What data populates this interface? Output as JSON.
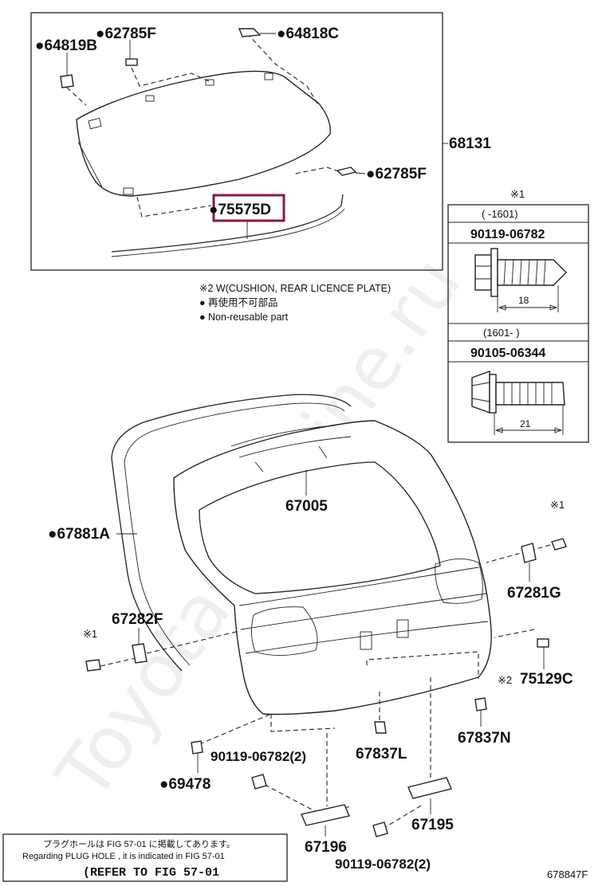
{
  "watermark": "ToyotaCarMine.ru",
  "labels": {
    "p64819B": "●64819B",
    "p62785F_top": "●62785F",
    "p64818C": "●64818C",
    "p68131": "68131",
    "p62785F_mid": "●62785F",
    "p75575D": "●75575D",
    "p67005": "67005",
    "p67881A": "●67881A",
    "p67281G": "67281G",
    "p67282F": "67282F",
    "p75129C": "75129C",
    "p75129C_mark": "※2",
    "p67837N": "67837N",
    "p67837L": "67837L",
    "p69478": "●69478",
    "p90119_a": "90119-06782(2)",
    "p67195": "67195",
    "p67196": "67196",
    "p90119_b": "90119-06782(2)",
    "mark1_right": "※1",
    "mark1_left": "※1"
  },
  "notes": {
    "line1": "※2 W(CUSHION, REAR LICENCE PLATE)",
    "line2": "● 再使用不可部品",
    "line3": "● Non-reusable part"
  },
  "table": {
    "mark": "※1",
    "row1_range": "(      -1601)",
    "row1_part": "90119-06782",
    "row1_dim": "18",
    "row2_range": "(1601-      )",
    "row2_part": "90105-06344",
    "row2_dim": "21"
  },
  "footer": {
    "line1": "プラグホールは FIG 57-01 に掲載してあります。",
    "line2": "Regarding  PLUG  HOLE , it is indicated in  FIG  57-01",
    "line3": "(REFER TO FIG 57-01"
  },
  "figure_id": "678847F",
  "colors": {
    "highlight": "#8b1a3a",
    "ink": "#222222"
  }
}
